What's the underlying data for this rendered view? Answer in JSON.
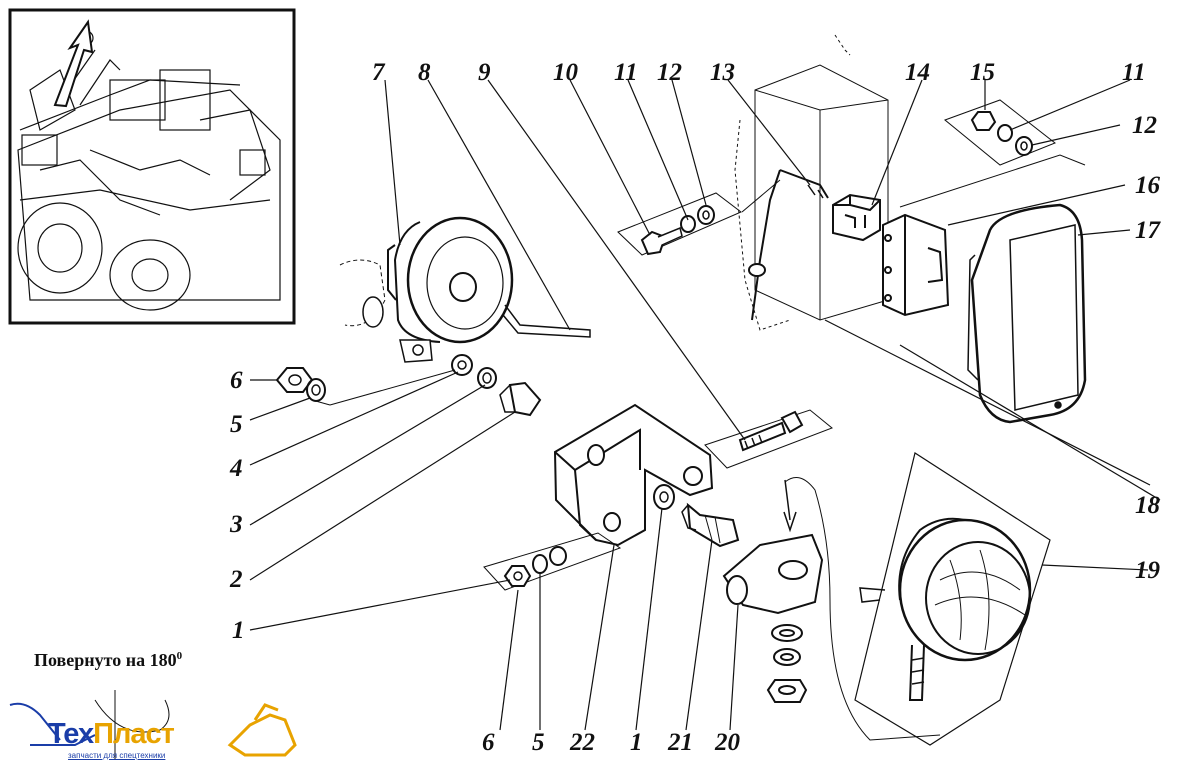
{
  "caption": {
    "text": "Повернуто на 180",
    "sup": "0"
  },
  "logo": {
    "name_part1": "Тех",
    "name_part2": "Пласт",
    "tagline": "запчасти для спецтехники"
  },
  "callouts": [
    {
      "id": "c7",
      "label": "7"
    },
    {
      "id": "c8",
      "label": "8"
    },
    {
      "id": "c9",
      "label": "9"
    },
    {
      "id": "c10",
      "label": "10"
    },
    {
      "id": "c11a",
      "label": "11"
    },
    {
      "id": "c12a",
      "label": "12"
    },
    {
      "id": "c13",
      "label": "13"
    },
    {
      "id": "c14",
      "label": "14"
    },
    {
      "id": "c15",
      "label": "15"
    },
    {
      "id": "c11b",
      "label": "11"
    },
    {
      "id": "c12b",
      "label": "12"
    },
    {
      "id": "c16",
      "label": "16"
    },
    {
      "id": "c17",
      "label": "17"
    },
    {
      "id": "c18",
      "label": "18"
    },
    {
      "id": "c19",
      "label": "19"
    },
    {
      "id": "c6a",
      "label": "6"
    },
    {
      "id": "c5a",
      "label": "5"
    },
    {
      "id": "c4",
      "label": "4"
    },
    {
      "id": "c3",
      "label": "3"
    },
    {
      "id": "c2",
      "label": "2"
    },
    {
      "id": "c1a",
      "label": "1"
    },
    {
      "id": "c6b",
      "label": "6"
    },
    {
      "id": "c5b",
      "label": "5"
    },
    {
      "id": "c22",
      "label": "22"
    },
    {
      "id": "c1b",
      "label": "1"
    },
    {
      "id": "c21",
      "label": "21"
    },
    {
      "id": "c20",
      "label": "20"
    }
  ]
}
